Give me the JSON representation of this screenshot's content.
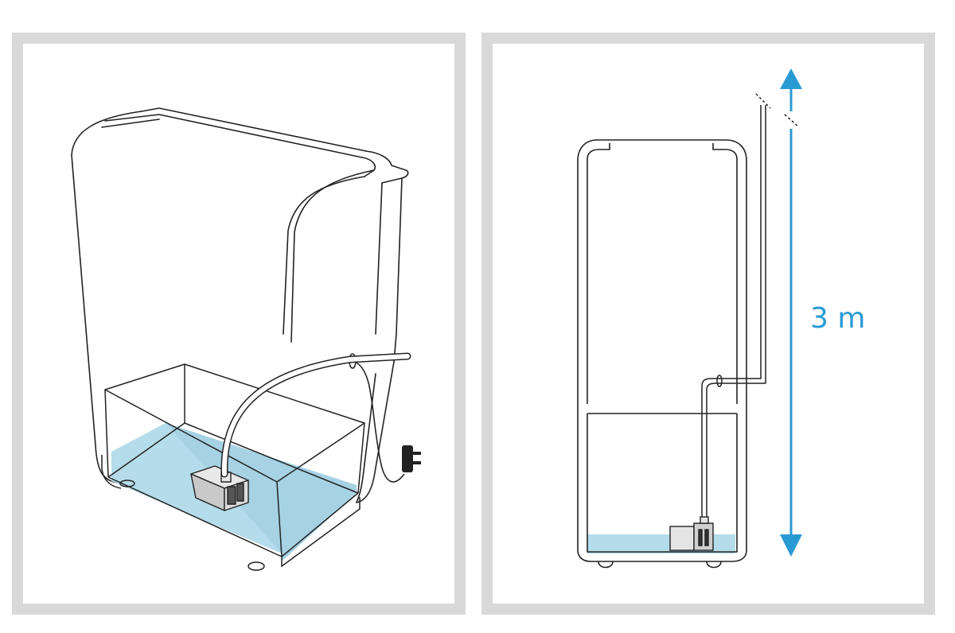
{
  "diagram": {
    "height_label": "3 m",
    "colors": {
      "frame": "#d9d9d9",
      "background": "#ffffff",
      "line": "#222222",
      "water": "#b5dcea",
      "accent": "#2a9ad4"
    },
    "left_panel": {
      "components": [
        "dehumidifier-body",
        "water-tank",
        "water-pump",
        "drain-hose",
        "power-adapter"
      ]
    },
    "right_panel": {
      "components": [
        "dehumidifier-cross-section",
        "water-tank",
        "water-pump",
        "drain-hose",
        "height-dimension-arrow"
      ]
    }
  }
}
